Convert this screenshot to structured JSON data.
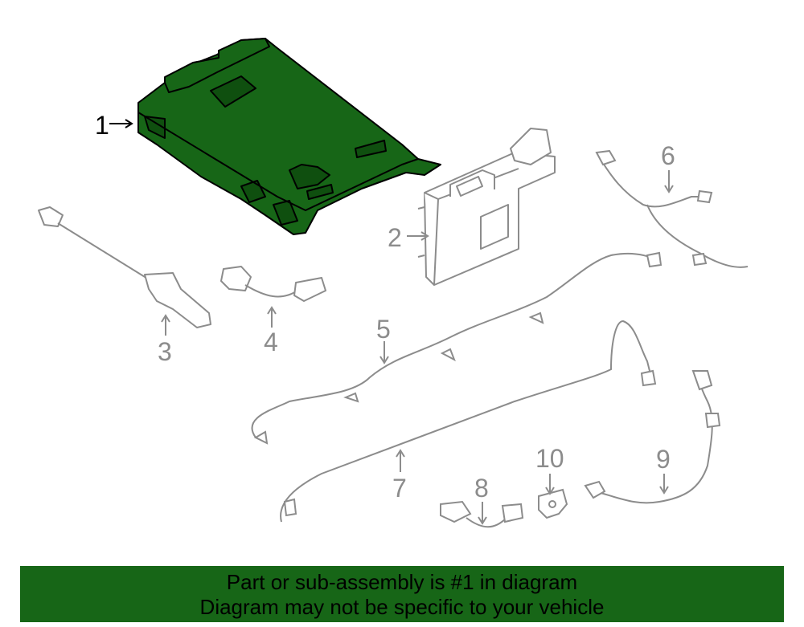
{
  "callouts": [
    {
      "id": "1",
      "label": "1",
      "highlight": true
    },
    {
      "id": "2",
      "label": "2",
      "highlight": false
    },
    {
      "id": "3",
      "label": "3",
      "highlight": false
    },
    {
      "id": "4",
      "label": "4",
      "highlight": false
    },
    {
      "id": "5",
      "label": "5",
      "highlight": false
    },
    {
      "id": "6",
      "label": "6",
      "highlight": false
    },
    {
      "id": "7",
      "label": "7",
      "highlight": false
    },
    {
      "id": "8",
      "label": "8",
      "highlight": false
    },
    {
      "id": "9",
      "label": "9",
      "highlight": false
    },
    {
      "id": "10",
      "label": "10",
      "highlight": false
    }
  ],
  "banner": {
    "line1": "Part or sub-assembly is #1 in diagram",
    "line2": "Diagram may not be specific to your vehicle"
  },
  "colors": {
    "highlight_fill": "#176617",
    "banner_bg": "#176617",
    "part_stroke": "#8c8c8c",
    "highlight_stroke": "#000000"
  }
}
